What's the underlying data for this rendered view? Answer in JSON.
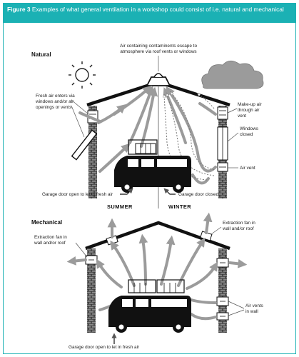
{
  "figure": {
    "number": "Figure 3",
    "caption": "Examples of what general ventilation in a workshop could consist of i.e. natural and mechanical"
  },
  "natural": {
    "title": "Natural",
    "roof_note": [
      "Air containing contaminents escape to",
      "atmosphere via roof vents or windows"
    ],
    "fresh_air": [
      "Fresh air enters via",
      "windows and/or air",
      "openings or vents"
    ],
    "makeup_air": [
      "Make-up air",
      "through air",
      "vent"
    ],
    "windows_closed": [
      "Windows",
      "closed"
    ],
    "air_vent": "Air vent",
    "door_open": "Garage door open to let in fresh air",
    "door_closed": "Garage door closed",
    "summer": "SUMMER",
    "winter": "WINTER"
  },
  "mechanical": {
    "title": "Mechanical",
    "fan_left": [
      "Extraction fan in",
      "wall and/or roof"
    ],
    "fan_right": [
      "Extraction fan in",
      "wall and/or roof"
    ],
    "air_vents_wall": [
      "Air vents",
      "in wall"
    ],
    "door_open": "Garage door open to let in fresh air"
  },
  "colors": {
    "banner": "#1bb1b4",
    "arrow": "#9b9b9b",
    "ink": "#111111"
  }
}
